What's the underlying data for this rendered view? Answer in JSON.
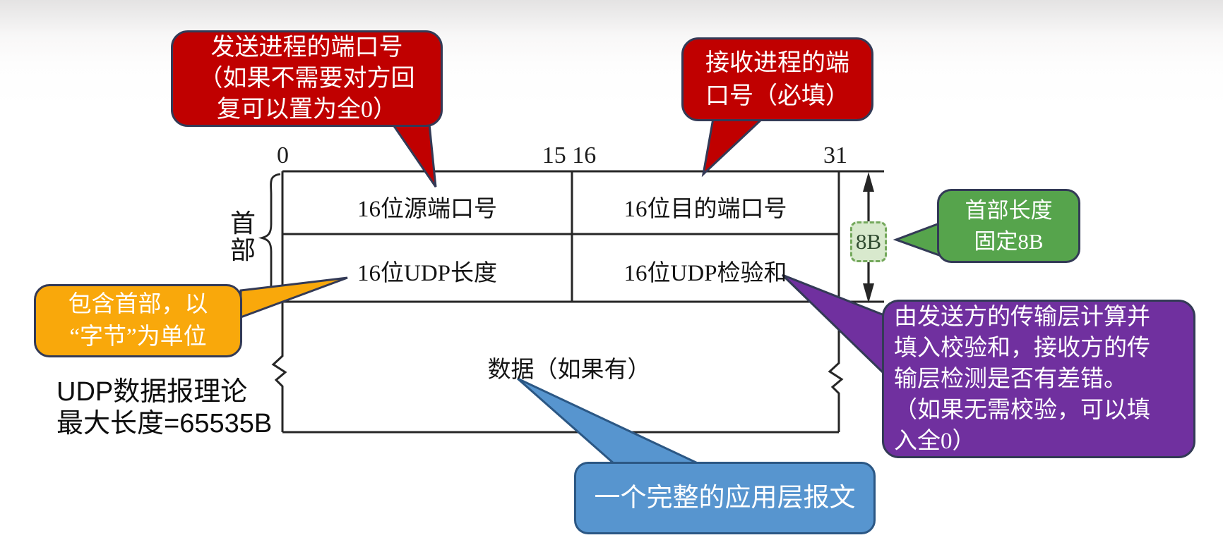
{
  "colors": {
    "callout_red": "#C00000",
    "callout_orange": "#F9A80B",
    "callout_green": "#56A44C",
    "callout_purple": "#70309F",
    "callout_blue": "#5795CF",
    "callout_border": "#333A56",
    "size_box_fill": "#D8E9CD",
    "size_box_border": "#74A85C",
    "diagram_line": "#262626"
  },
  "diagram": {
    "bit_labels": {
      "start": "0",
      "mid": "15 16",
      "end": "31"
    },
    "header_label_lines": [
      "首",
      "部"
    ],
    "cells": {
      "src_port": "16位源端口号",
      "dst_port": "16位目的端口号",
      "length": "16位UDP长度",
      "checksum": "16位UDP检验和",
      "data": "数据（如果有）"
    },
    "header_size": "8B",
    "note_lines": [
      "UDP数据报理论",
      "最大长度=65535B"
    ]
  },
  "callouts": {
    "send_port": {
      "lines": [
        "发送进程的端口号",
        "（如果不需要对方回",
        "复可以置为全0）"
      ]
    },
    "recv_port": {
      "lines": [
        "接收进程的端",
        "口号（必填）"
      ]
    },
    "header_size": {
      "lines": [
        "首部长度",
        "固定8B"
      ]
    },
    "length_unit": {
      "lines": [
        "包含首部，以",
        "“字节”为单位"
      ]
    },
    "checksum": {
      "lines": [
        "由发送方的传输层计算并",
        "填入校验和，接收方的传",
        "输层检测是否有差错。",
        "（如果无需校验，可以填",
        "入全0）"
      ]
    },
    "data": {
      "lines": [
        "一个完整的应用层报文"
      ]
    }
  }
}
